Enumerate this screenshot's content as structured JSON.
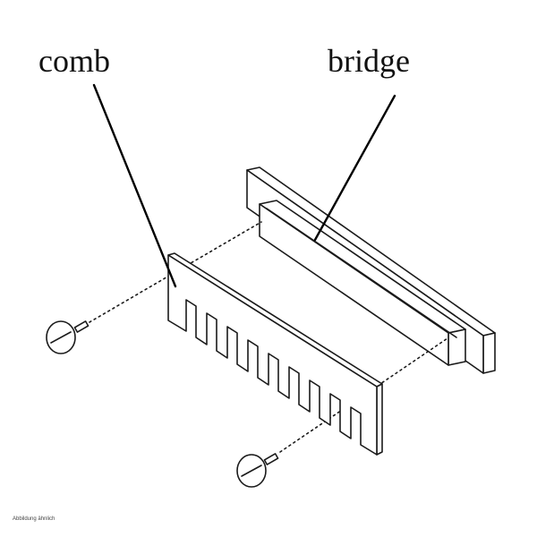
{
  "labels": {
    "comb": "comb",
    "bridge": "bridge"
  },
  "footnote": "Abbildung ähnlich",
  "colors": {
    "line": "#1a1a1a",
    "background": "#ffffff"
  }
}
